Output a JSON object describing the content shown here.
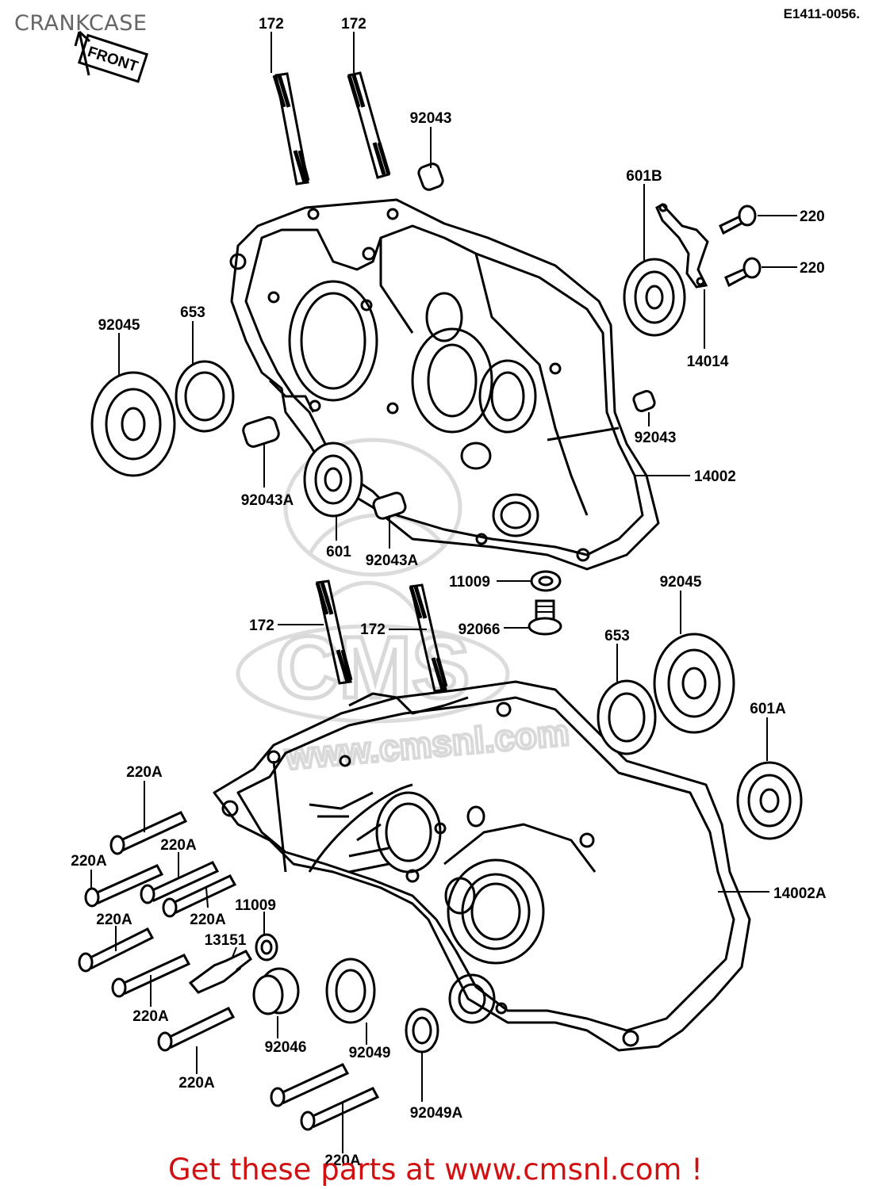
{
  "header": {
    "title": "CRANKCASE",
    "diagram_code": "E1411-0056."
  },
  "front_marker": "FRONT",
  "watermark": {
    "url": "www.cmsnl.com",
    "logo": "CMS"
  },
  "footer": {
    "text": "Get these parts at www.cmsnl.com !"
  },
  "colors": {
    "ink": "#000000",
    "title": "#666666",
    "footer": "#d11111",
    "watermark": "#d9d9d9"
  },
  "callouts": [
    {
      "id": "c-172-a",
      "label": "172"
    },
    {
      "id": "c-172-b",
      "label": "172"
    },
    {
      "id": "c-92043-top",
      "label": "92043"
    },
    {
      "id": "c-601b",
      "label": "601B"
    },
    {
      "id": "c-220-a",
      "label": "220"
    },
    {
      "id": "c-220-b",
      "label": "220"
    },
    {
      "id": "c-14014",
      "label": "14014"
    },
    {
      "id": "c-92045-left",
      "label": "92045"
    },
    {
      "id": "c-653-left",
      "label": "653"
    },
    {
      "id": "c-92043-right",
      "label": "92043"
    },
    {
      "id": "c-14002",
      "label": "14002"
    },
    {
      "id": "c-92043a-left",
      "label": "92043A"
    },
    {
      "id": "c-601",
      "label": "601"
    },
    {
      "id": "c-92043a-mid",
      "label": "92043A"
    },
    {
      "id": "c-11009-top",
      "label": "11009"
    },
    {
      "id": "c-92045-right",
      "label": "92045"
    },
    {
      "id": "c-172-c",
      "label": "172"
    },
    {
      "id": "c-172-d",
      "label": "172"
    },
    {
      "id": "c-92066",
      "label": "92066"
    },
    {
      "id": "c-653-right",
      "label": "653"
    },
    {
      "id": "c-601a",
      "label": "601A"
    },
    {
      "id": "c-220a-1",
      "label": "220A"
    },
    {
      "id": "c-220a-2",
      "label": "220A"
    },
    {
      "id": "c-220a-3",
      "label": "220A"
    },
    {
      "id": "c-14002a",
      "label": "14002A"
    },
    {
      "id": "c-220a-4",
      "label": "220A"
    },
    {
      "id": "c-11009-bottom",
      "label": "11009"
    },
    {
      "id": "c-13151",
      "label": "13151"
    },
    {
      "id": "c-220a-5",
      "label": "220A"
    },
    {
      "id": "c-220a-6",
      "label": "220A"
    },
    {
      "id": "c-92046",
      "label": "92046"
    },
    {
      "id": "c-92049",
      "label": "92049"
    },
    {
      "id": "c-220a-7",
      "label": "220A"
    },
    {
      "id": "c-92049a",
      "label": "92049A"
    },
    {
      "id": "c-220a-8",
      "label": "220A"
    }
  ]
}
